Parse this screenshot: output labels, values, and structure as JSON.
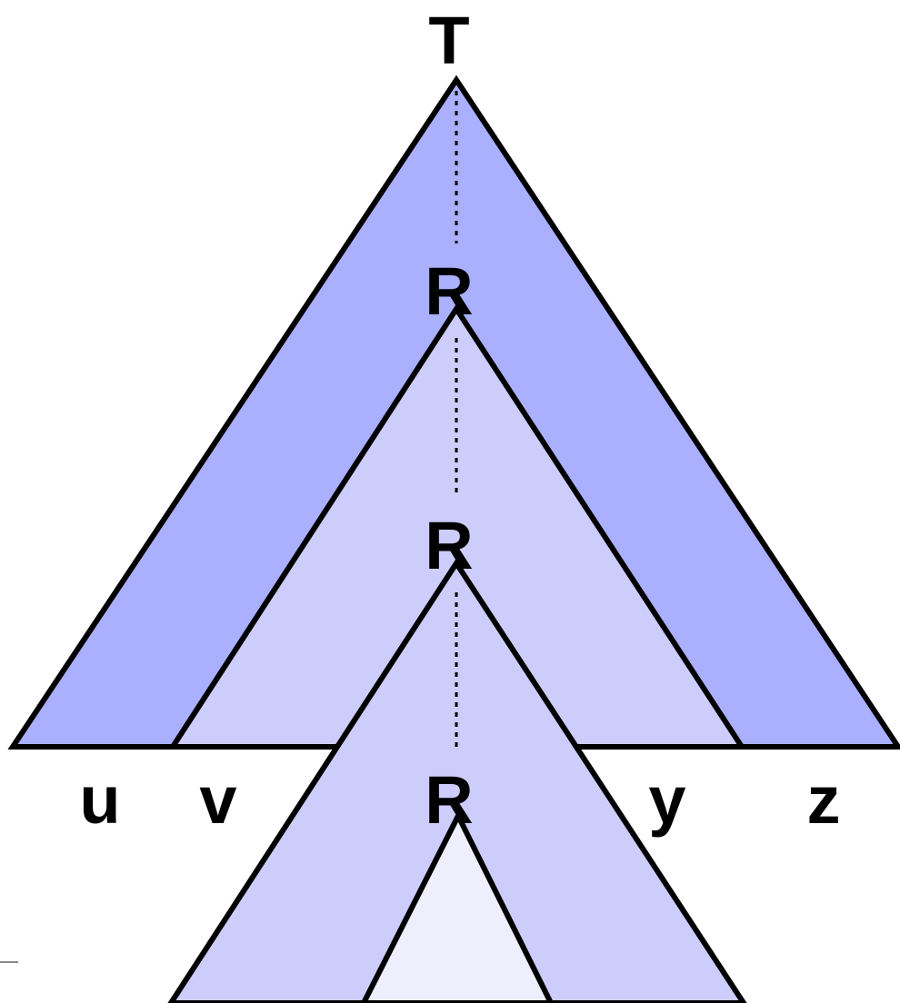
{
  "labels": {
    "top": "T",
    "inner_top": "R",
    "inner_middle": "R",
    "inner_bottom": "R",
    "u": "u",
    "v": "v",
    "y": "y",
    "z": "z"
  },
  "colors": {
    "outer_fill": "#aab0fd",
    "middle_fill": "#cdcdfc",
    "inner_fill": "#cdcdfc",
    "core_fill": "#eeeefd",
    "stroke": "#000000"
  }
}
